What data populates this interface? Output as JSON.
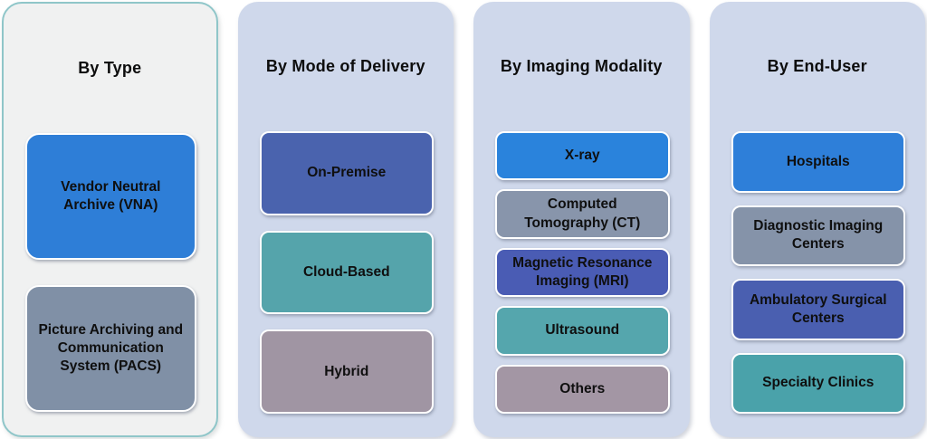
{
  "columns": [
    {
      "header": "By Type",
      "items": [
        {
          "label": "Vendor Neutral Archive (VNA)",
          "color": "#2e7ed7"
        },
        {
          "label": "Picture Archiving and Communication System (PACS)",
          "color": "#8090a6"
        }
      ]
    },
    {
      "header": "By Mode of Delivery",
      "items": [
        {
          "label": "On-Premise",
          "color": "#4a63ae"
        },
        {
          "label": "Cloud-Based",
          "color": "#55a4ab"
        },
        {
          "label": "Hybrid",
          "color": "#a095a3"
        }
      ]
    },
    {
      "header": "By Imaging Modality",
      "items": [
        {
          "label": "X-ray",
          "color": "#2a83dc"
        },
        {
          "label": "Computed Tomography (CT)",
          "color": "#8895ab"
        },
        {
          "label": "Magnetic Resonance Imaging (MRI)",
          "color": "#4a5cb4"
        },
        {
          "label": "Ultrasound",
          "color": "#55a6ad"
        },
        {
          "label": "Others",
          "color": "#a396a4"
        }
      ]
    },
    {
      "header": "By End-User",
      "items": [
        {
          "label": "Hospitals",
          "color": "#2e7fd9"
        },
        {
          "label": "Diagnostic Imaging Centers",
          "color": "#8593a9"
        },
        {
          "label": "Ambulatory Surgical Centers",
          "color": "#4a5fb0"
        },
        {
          "label": "Specialty Clinics",
          "color": "#4aa2aa"
        }
      ]
    }
  ],
  "theme": {
    "type_panel_bg": "#f0f1f1",
    "type_panel_border": "#8fc6c9",
    "panel_bg": "#cfd8eb",
    "text_color": "#0f0f0f"
  }
}
